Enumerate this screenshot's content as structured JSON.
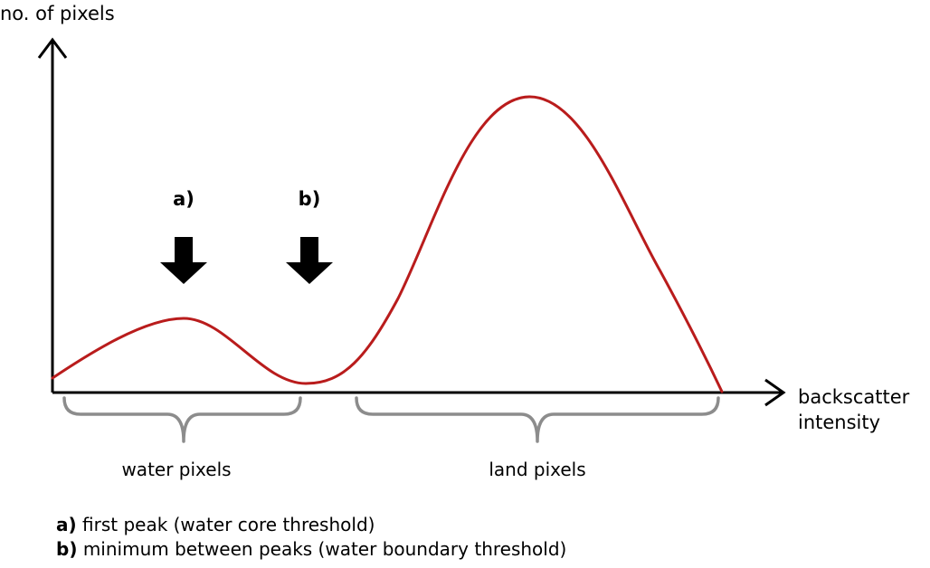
{
  "y_axis_label": "no. of pixels",
  "x_axis_label_line1": "backscatter",
  "x_axis_label_line2": "intensity",
  "markers": {
    "a": "a)",
    "b": "b)"
  },
  "regions": {
    "water": "water pixels",
    "land": "land pixels"
  },
  "legend": [
    {
      "key": "a)",
      "text": " first peak (water core threshold)"
    },
    {
      "key": "b)",
      "text": " minimum between peaks (water boundary threshold)"
    }
  ],
  "colors": {
    "curve": "#b91c1c",
    "axis": "#000000",
    "brace": "#8c8c8c",
    "arrow": "#000000"
  },
  "icons": {
    "marker_arrow": "down-arrow-icon"
  }
}
